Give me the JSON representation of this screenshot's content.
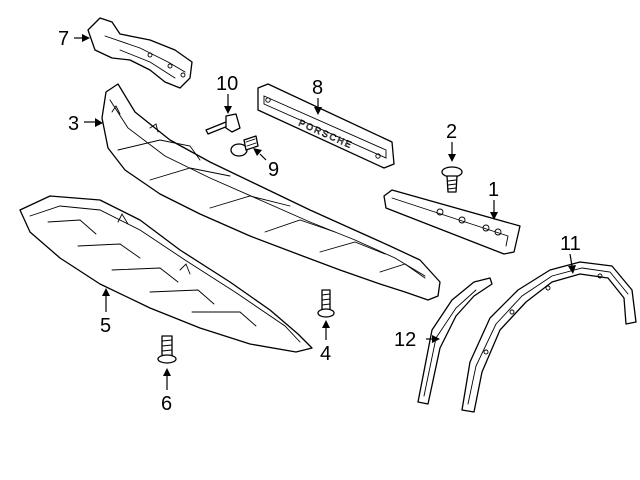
{
  "diagram": {
    "type": "exploded parts diagram",
    "callouts": [
      "1",
      "2",
      "3",
      "4",
      "5",
      "6",
      "7",
      "8",
      "9",
      "10",
      "11",
      "12"
    ],
    "license_plate_emboss": "PORSCHE"
  }
}
